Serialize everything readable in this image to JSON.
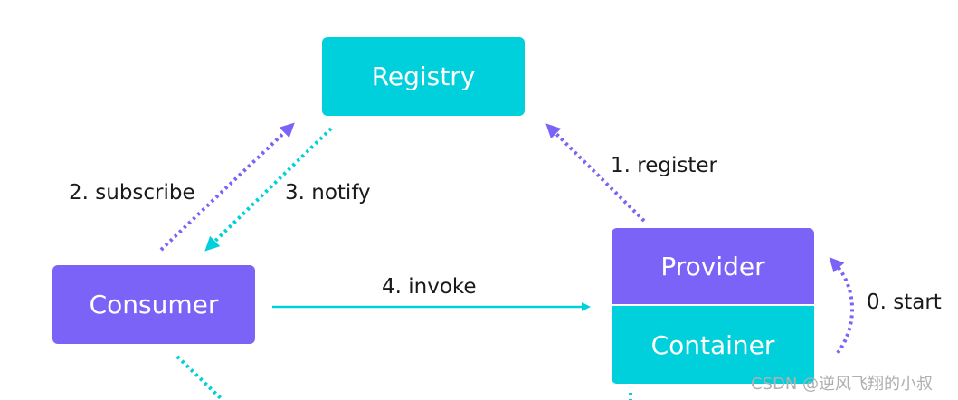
{
  "nodes": {
    "registry": "Registry",
    "consumer": "Consumer",
    "provider": "Provider",
    "container": "Container"
  },
  "edges": {
    "register": "1. register",
    "subscribe": "2. subscribe",
    "notify": "3. notify",
    "invoke": "4. invoke",
    "start": "0. start"
  },
  "watermark": "CSDN @逆风飞翔的小叔",
  "colors": {
    "teal": "#00d0dc",
    "purple": "#7b63f7"
  }
}
